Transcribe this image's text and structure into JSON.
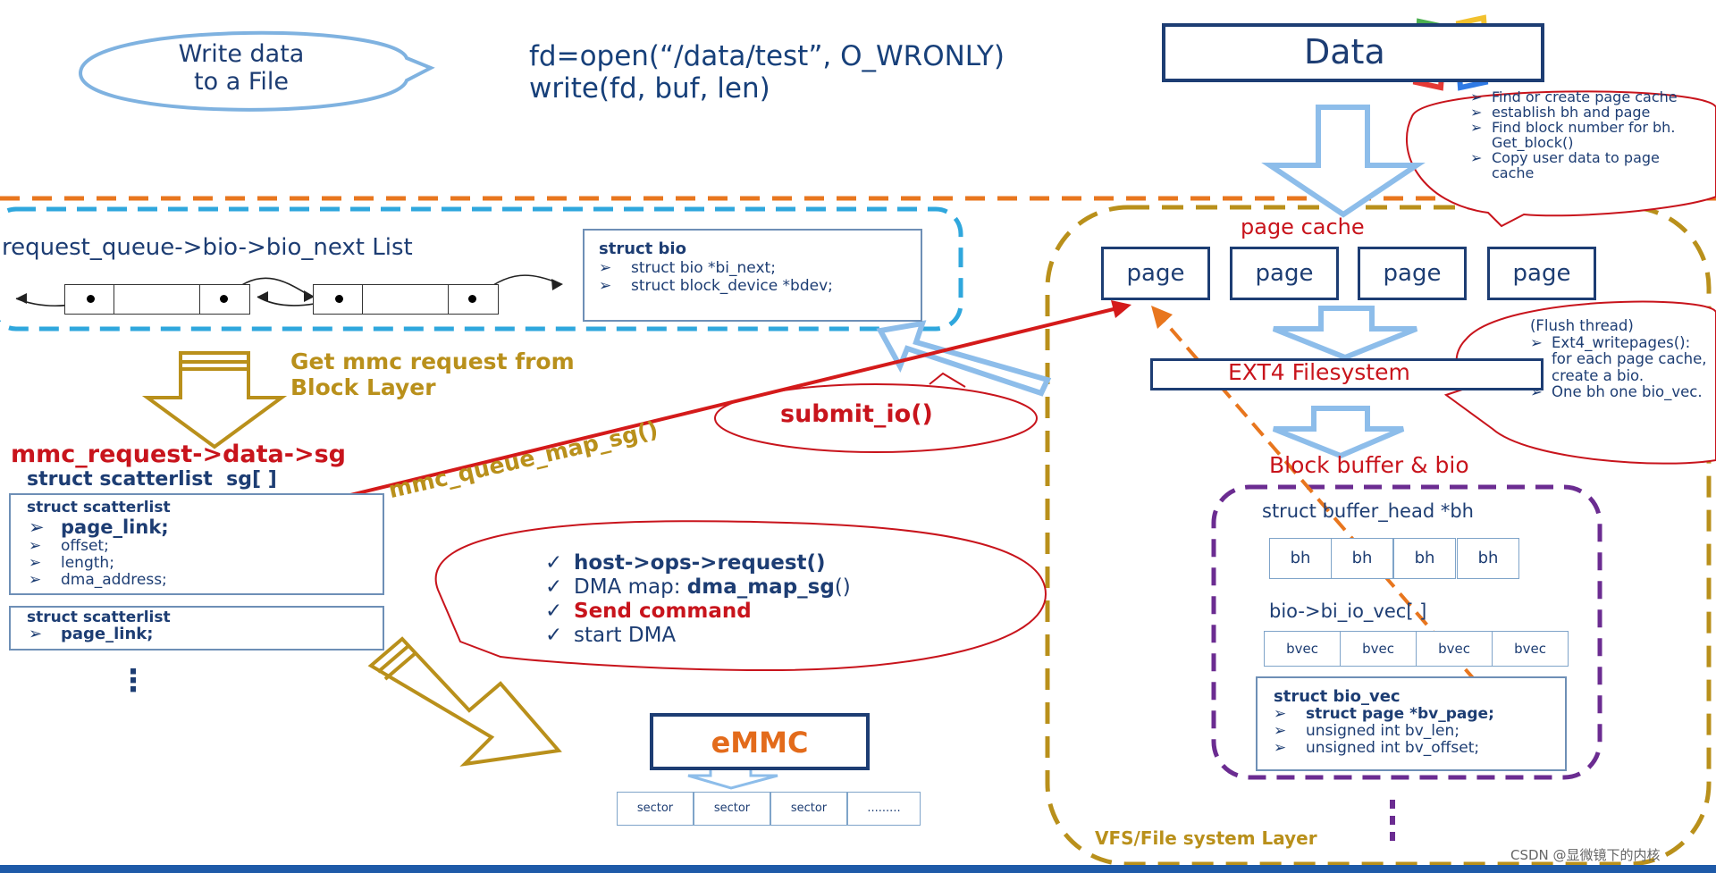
{
  "header": {
    "bubble_text_line1": "Write data",
    "bubble_text_line2": "to a File",
    "code_line1": "fd=open(“/data/test”, O_WRONLY)",
    "code_line2": "write(fd, buf, len)",
    "data_label": "Data"
  },
  "top_right_note": {
    "items": [
      "Find or create page cache",
      "establish bh and page",
      "Find block number for bh. Get_block()",
      "Copy user data to page cache"
    ]
  },
  "block_layer": {
    "list_title": "request_queue->bio->bio_next List",
    "struct_bio_title": "struct bio",
    "struct_bio_fields": [
      "struct bio *bi_next;",
      "struct block_device *bdev;"
    ],
    "get_request_line1": "Get mmc request from",
    "get_request_line2": "Block Layer",
    "mmc_request_sg": "mmc_request->data->sg",
    "scatterlist_array": "struct scatterlist  sg[ ]",
    "scatterlist1_title": "struct scatterlist",
    "scatterlist1_fields": [
      "page_link;",
      "offset;",
      "length;",
      "dma_address;"
    ],
    "scatterlist2_title": "struct scatterlist",
    "scatterlist2_fields": [
      "page_link;"
    ],
    "ellipsis": "⋮",
    "queue_map_label": "mmc_queue_map_sg()",
    "submit_io_label": "submit_io()"
  },
  "host_ops": {
    "items": [
      {
        "prefix": "",
        "bold": "host->ops->request()",
        "suffix": "",
        "color": "navy"
      },
      {
        "prefix": "DMA map: ",
        "bold": "dma_map_sg",
        "suffix": "()",
        "color": "navy"
      },
      {
        "prefix": "",
        "bold": "Send command",
        "suffix": "",
        "color": "red"
      },
      {
        "prefix": "start DMA",
        "bold": "",
        "suffix": "",
        "color": "navy"
      }
    ]
  },
  "emmc": {
    "label": "eMMC",
    "sectors": [
      "sector",
      "sector",
      "sector",
      "........."
    ]
  },
  "vfs": {
    "page_cache_label": "page cache",
    "pages": [
      "page",
      "page",
      "page",
      "page"
    ],
    "ext4_label": "EXT4 Filesystem",
    "block_buffer_label": "Block buffer & bio",
    "buffer_head_label": "struct buffer_head *bh",
    "bh_cells": [
      "bh",
      "bh",
      "bh",
      "bh"
    ],
    "bio_vec_label": "bio->bi_io_vec[ ]",
    "bvec_cells": [
      "bvec",
      "bvec",
      "bvec",
      "bvec"
    ],
    "bio_vec_struct_title": "struct bio_vec",
    "bio_vec_struct_fields": [
      "struct page *bv_page;",
      "unsigned int bv_len;",
      "unsigned int bv_offset;"
    ],
    "layer_label": "VFS/File system Layer",
    "flush_title": "(Flush thread)",
    "flush_items": [
      "Ext4_writepages(): for each page cache, create a bio.",
      "One bh one bio_vec."
    ]
  },
  "watermark": "CSDN @显微镜下的内核",
  "colors": {
    "navy": "#1d3d73",
    "red": "#c8141c",
    "gold": "#b9901b",
    "orange_dash": "#e8761e",
    "cyan_dash": "#2fa7dd",
    "purple_dash": "#6b2c91",
    "light_blue_arrow": "#8dbdea"
  }
}
